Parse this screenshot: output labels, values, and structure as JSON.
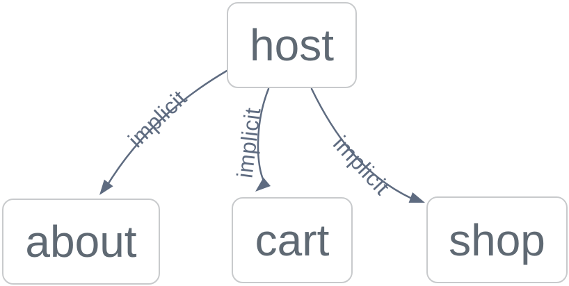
{
  "graph": {
    "background_color": "#ffffff",
    "node_fill_color": "#ffffff",
    "node_border_color": "#c8cacc",
    "node_text_color": "#5f6973",
    "edge_color": "#5e6b80",
    "nodes": [
      {
        "id": "host",
        "label": "host"
      },
      {
        "id": "about",
        "label": "about"
      },
      {
        "id": "cart",
        "label": "cart"
      },
      {
        "id": "shop",
        "label": "shop"
      }
    ],
    "edges": [
      {
        "from": "host",
        "to": "about",
        "label": "implicit"
      },
      {
        "from": "host",
        "to": "cart",
        "label": "implicit"
      },
      {
        "from": "host",
        "to": "shop",
        "label": "implicit"
      }
    ]
  }
}
